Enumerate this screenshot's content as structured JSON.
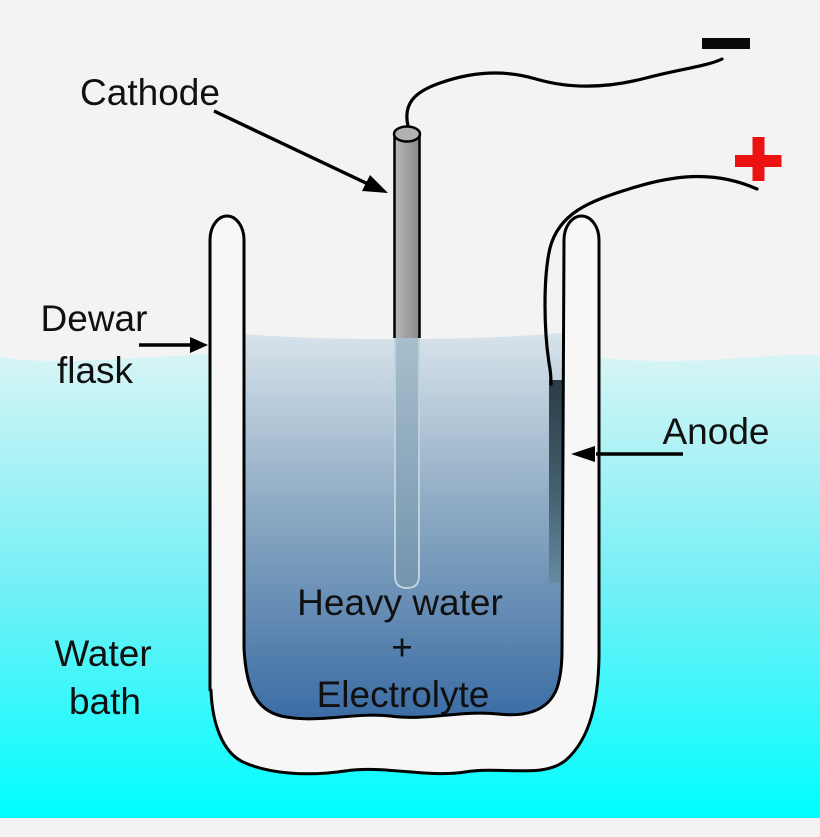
{
  "labels": {
    "cathode": "Cathode",
    "dewar_flask": [
      "Dewar",
      "flask"
    ],
    "anode": "Anode",
    "electrolyte": [
      "Heavy water",
      "+",
      "Electrolyte"
    ],
    "water_bath": [
      "Water",
      "bath"
    ]
  },
  "terminals": {
    "negative_symbol": "−",
    "positive_symbol": "+"
  },
  "colors": {
    "background": "#f2f3f2",
    "outline": "#000000",
    "text": "#101010",
    "flask_fill": "#f6f7f6",
    "bath_top": "#d9f4f5",
    "bath_mid": "#74f0f6",
    "bath_bottom": "#00feff",
    "liquid_top": "#d8e3eb",
    "liquid_mid": "#8daac3",
    "liquid_bottom": "#3a6ca4",
    "cathode_light": "#b6b6b6",
    "cathode_dark": "#8a8a8a",
    "cathode_cap": "#b2b2b2",
    "cathode_submerged_top": "#a8bfcd",
    "cathode_submerged_bottom": "#7394ad",
    "cathode_submerged_edge": "#bdd2dd",
    "anode_top": "#2b3c46",
    "anode_mid": "#44606f",
    "anode_bottom": "#668aa0",
    "positive_red": "#ed1212",
    "negative_black": "#0a0a0a"
  }
}
